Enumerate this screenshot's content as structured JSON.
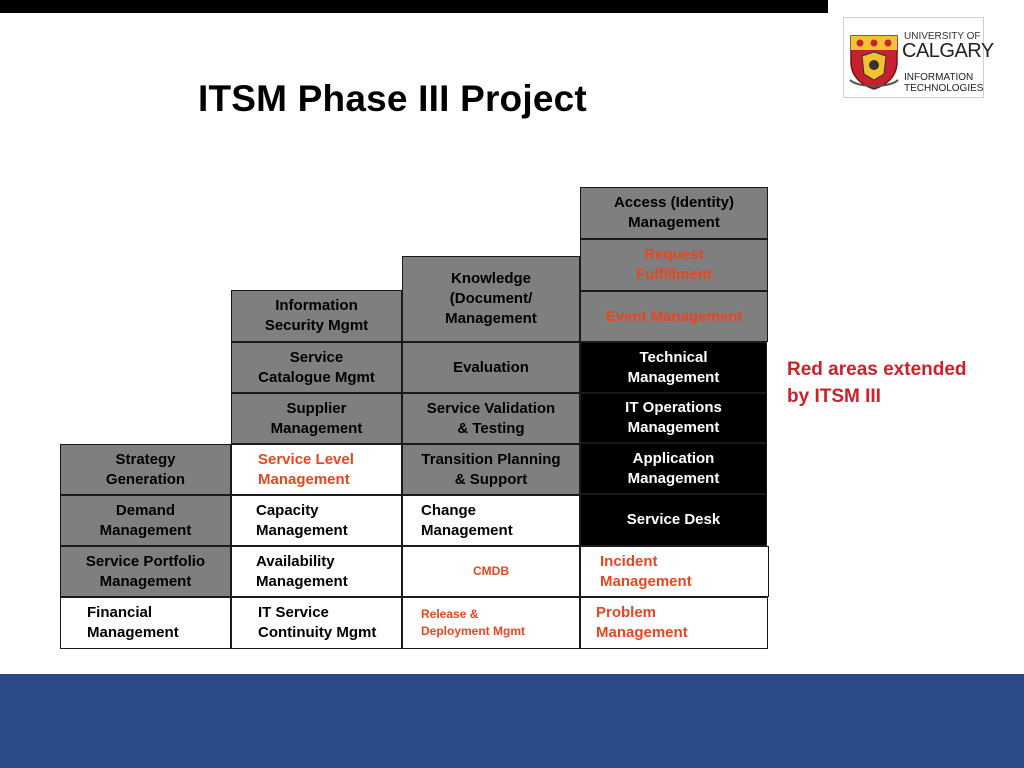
{
  "title": "ITSM Phase III Project",
  "logo": {
    "line1": "UNIVERSITY OF",
    "line2": "CALGARY",
    "line3": "INFORMATION",
    "line4": "TECHNOLOGIES"
  },
  "note": "Red areas extended\n by ITSM III",
  "colors": {
    "red_text": "#e8461e",
    "note_red": "#d01f2a",
    "gray_box": "#7f7f7f",
    "footer_blue": "#2a4a8a"
  },
  "columns": {
    "col1": {
      "strategy_generation": "Strategy\nGeneration",
      "demand_management": "Demand\nManagement",
      "service_portfolio": "Service Portfolio\nManagement",
      "financial_management": "Financial\nManagement"
    },
    "col2": {
      "information_security": "Information\nSecurity Mgmt",
      "service_catalogue": "Service\nCatalogue  Mgmt",
      "supplier_management": "Supplier\nManagement",
      "service_level": "Service Level\nManagement",
      "capacity_management": "Capacity\nManagement",
      "availability_management": "Availability\nManagement",
      "it_service_continuity": "IT Service\nContinuity Mgmt"
    },
    "col3": {
      "knowledge_management": "Knowledge\n(Document/\nManagement",
      "evaluation": "Evaluation",
      "service_validation": "Service Validation\n& Testing",
      "transition_planning": "Transition Planning\n& Support",
      "change_management": "Change\nManagement",
      "cmdb": "CMDB",
      "release_deployment": "Release &\nDeployment Mgmt"
    },
    "col4": {
      "access_management": "Access (Identity)\nManagement",
      "request_fulfillment": "Request\nFulfillment",
      "event_management": "Event Management",
      "technical_management": "Technical\nManagement",
      "it_operations": "IT Operations\nManagement",
      "application_management": "Application\nManagement",
      "service_desk": "Service Desk",
      "incident_management": "Incident\nManagement",
      "problem_management": "Problem\nManagement"
    }
  }
}
